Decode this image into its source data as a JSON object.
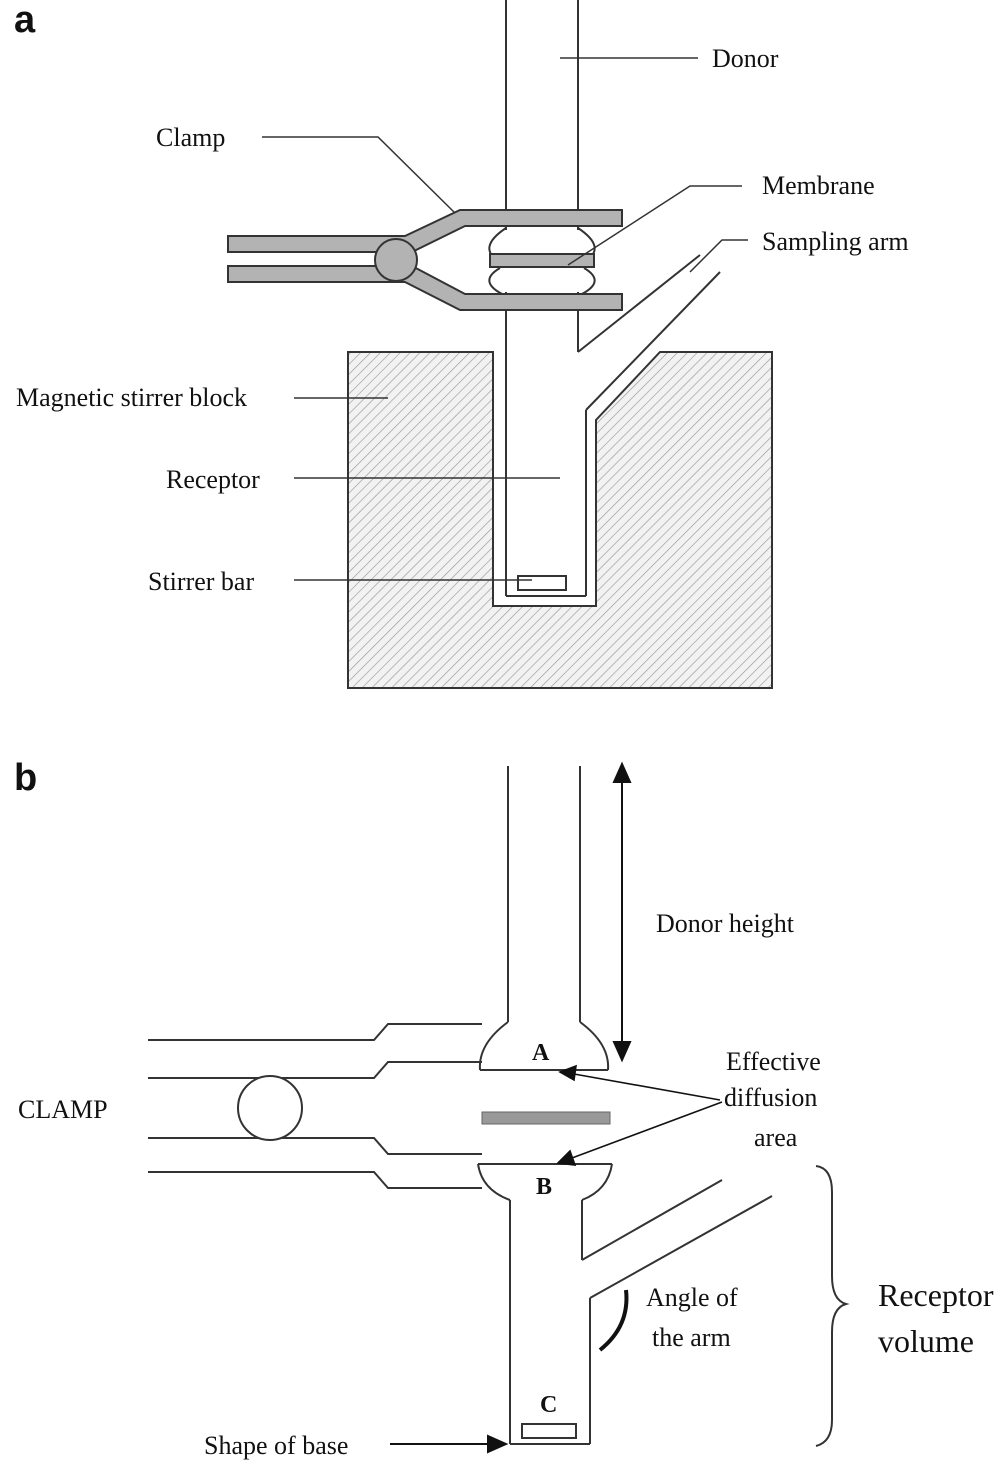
{
  "panel_a": {
    "letter": "a",
    "labels": {
      "donor": "Donor",
      "clamp": "Clamp",
      "membrane": "Membrane",
      "sampling_arm": "Sampling arm",
      "magnetic_stirrer_block": "Magnetic stirrer block",
      "receptor": "Receptor",
      "stirrer_bar": "Stirrer bar"
    }
  },
  "panel_b": {
    "letter": "b",
    "labels": {
      "donor_height": "Donor height",
      "clamp": "CLAMP",
      "effective_line1": "Effective",
      "effective_line2": "diffusion",
      "effective_line3": "area",
      "angle_line1": "Angle of",
      "angle_line2": "the arm",
      "receptor_line1": "Receptor",
      "receptor_line2": "volume",
      "shape_of_base": "Shape of base",
      "point_a": "A",
      "point_b": "B",
      "point_c": "C"
    }
  },
  "colors": {
    "line": "#333333",
    "clamp_fill": "#b3b3b3",
    "hatch": "#9a9a9a",
    "block_bg": "#f2f2f2",
    "membrane_b": "#999999"
  }
}
